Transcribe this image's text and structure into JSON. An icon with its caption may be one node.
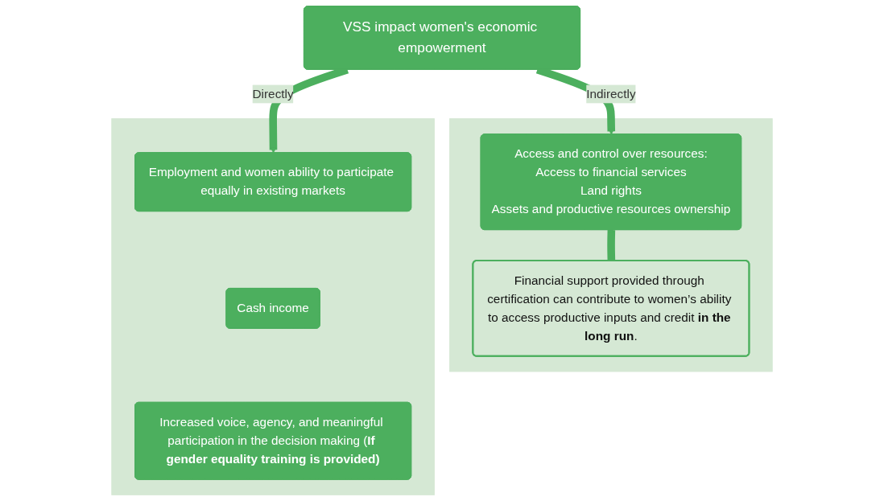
{
  "diagram": {
    "nodes": [
      {
        "text": [
          "VSS impact women's economic empowerment"
        ]
      },
      {
        "text": [],
        "shape": "box"
      },
      {
        "text": [
          "Employment and women ability to participate equally in existing markets"
        ],
        "in": 1
      },
      {
        "text": [
          "Cash income"
        ],
        "in": 1
      },
      {
        "text": [
          "Increased voice, agency, and meaningful participation in the decision making (**If gender equality training is provided)**"
        ],
        "in": 1
      },
      {
        "text": [],
        "shape": "box"
      },
      {
        "text": [
          "Access and control over resources:",
          "Access to financial services",
          "Land rights",
          "Assets and productive resources ownership"
        ],
        "in": 5
      },
      {
        "text": [
          "Financial support provided through certification can contribute to women’s ability to access productive inputs and credit **in the long run**."
        ],
        "in": 5
      }
    ],
    "edges": [
      {
        "from": 0,
        "to": 2,
        "label": "Directly",
        "arrow": "to"
      },
      {
        "from": 0,
        "to": 6,
        "label": "Indirectly",
        "arrow": "to"
      },
      {
        "from": 7,
        "to": 6,
        "arrow": "to"
      }
    ]
  }
}
